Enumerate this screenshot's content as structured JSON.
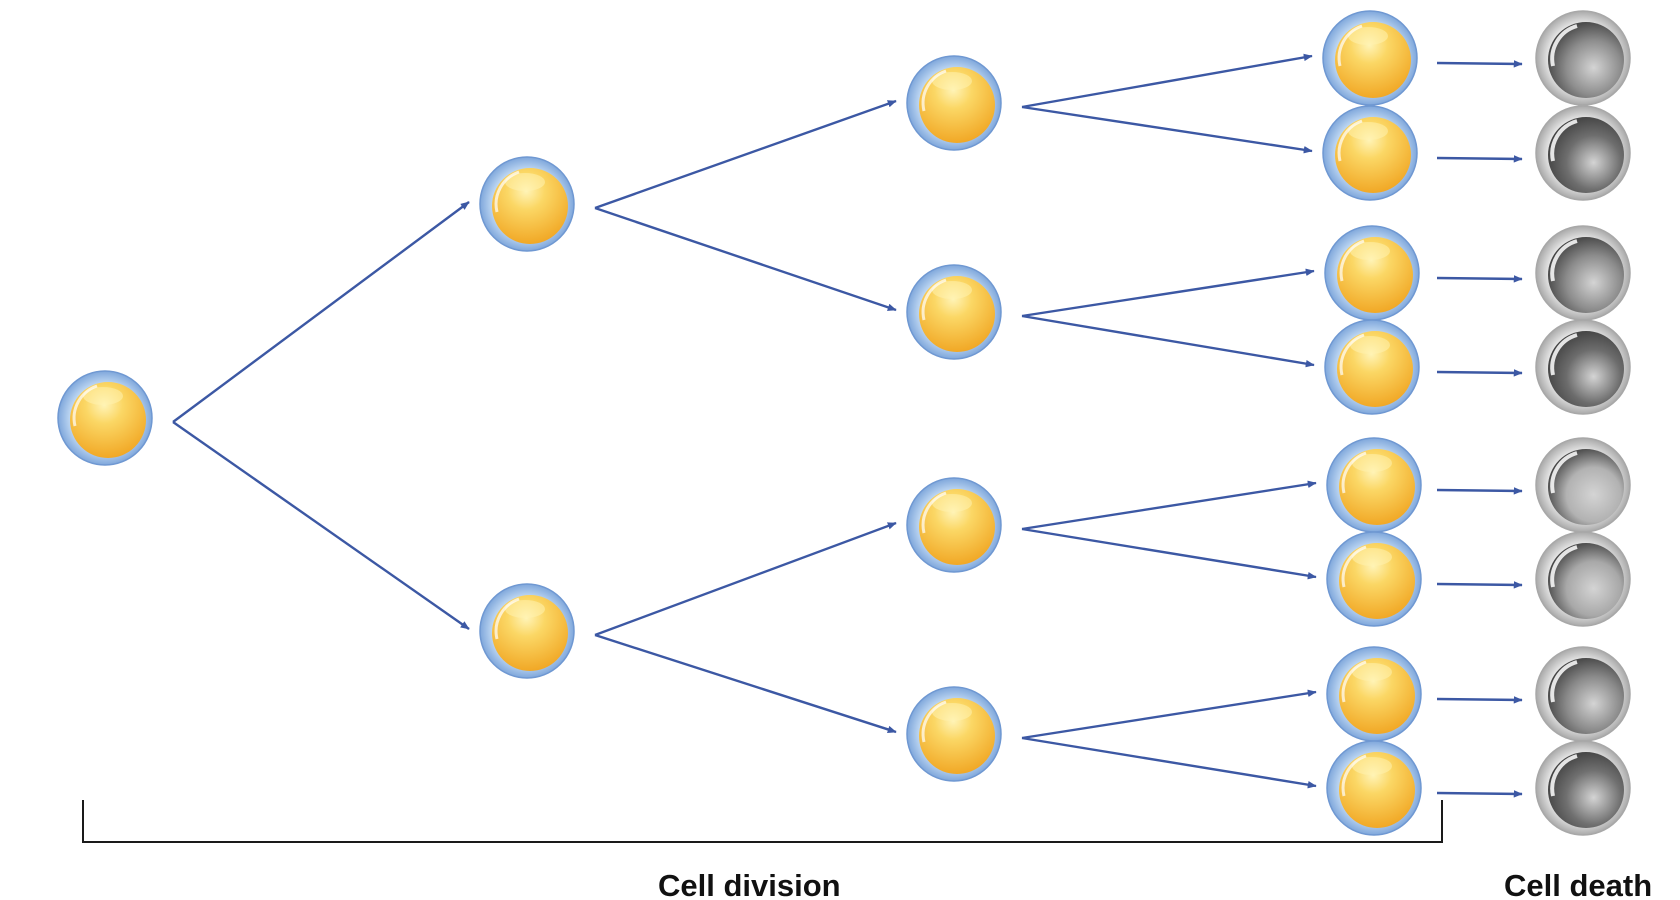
{
  "labels": {
    "division": "Cell division",
    "death": "Cell death"
  },
  "colors": {
    "arrow": "#3c58a4",
    "bracket": "#1a1a1a",
    "cell_core": "#f4b731",
    "cell_highlight": "#fff3b0",
    "cell_membrane": "#9fc3ec",
    "cell_membrane_edge": "#6f98d2",
    "dead_core": "#8a8a8a",
    "dead_membrane": "#d7d7d7",
    "dead_membrane_edge": "#a8a8a8"
  },
  "icons": {
    "living_cell": "yellow-cell-icon",
    "dying_cell": "grey-cell-icon"
  },
  "diagram": {
    "generations": [
      1,
      2,
      4,
      8
    ],
    "dead_cell_shades": [
      "#8d8d8d",
      "#6e6e6e",
      "#8c8c8c",
      "#6c6c6c",
      "#b2b2b2",
      "#a8a8a8",
      "#8a8a8a",
      "#707070"
    ]
  }
}
